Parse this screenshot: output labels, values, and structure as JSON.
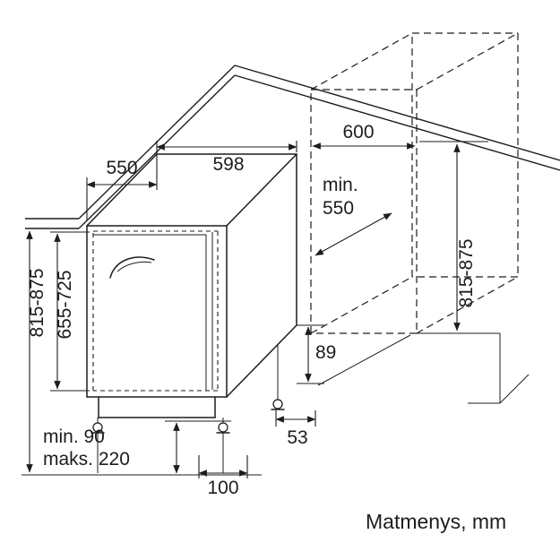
{
  "caption": "Matmenys, mm",
  "dims": {
    "top_depth": "550",
    "top_width": "598",
    "niche_width": "600",
    "niche_depth_min_label": "min.",
    "niche_depth_min_value": "550",
    "appliance_height": "815-875",
    "door_height": "655-725",
    "niche_height": "815-875",
    "rear_clearance": "89",
    "rear_offset": "53",
    "plinth_min": "min. 90",
    "plinth_max": "maks. 220",
    "front_offset": "100"
  },
  "colors": {
    "line": "#1d1d1b",
    "background": "#ffffff"
  }
}
